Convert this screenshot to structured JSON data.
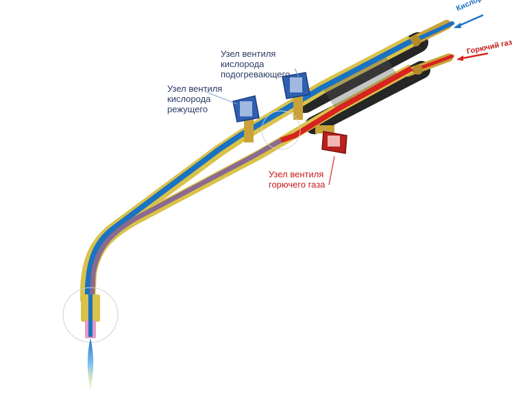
{
  "labels": {
    "preheat_oxygen_valve": [
      "Узел вентиля",
      "кислорода",
      "подогревающего"
    ],
    "cutting_oxygen_valve": [
      "Узел вентиля",
      "кислорода",
      "режущего"
    ],
    "fuel_gas_valve": [
      "Узел вентиля",
      "горючего газа"
    ],
    "oxygen_inlet": "Кислород",
    "fuel_gas_inlet": "Горючий газ"
  },
  "colors": {
    "oxygen": "#1a72c2",
    "fuel_gas": "#d8231f",
    "mixture": "#8a6a8e",
    "brass": "#d9c24a",
    "hose": "#262626",
    "label": "#2a3a66",
    "label_red": "#c41a1a"
  },
  "icons": [
    "cutting-torch-diagram",
    "valve-knob-icon",
    "flow-arrow-icon",
    "flame-icon"
  ]
}
